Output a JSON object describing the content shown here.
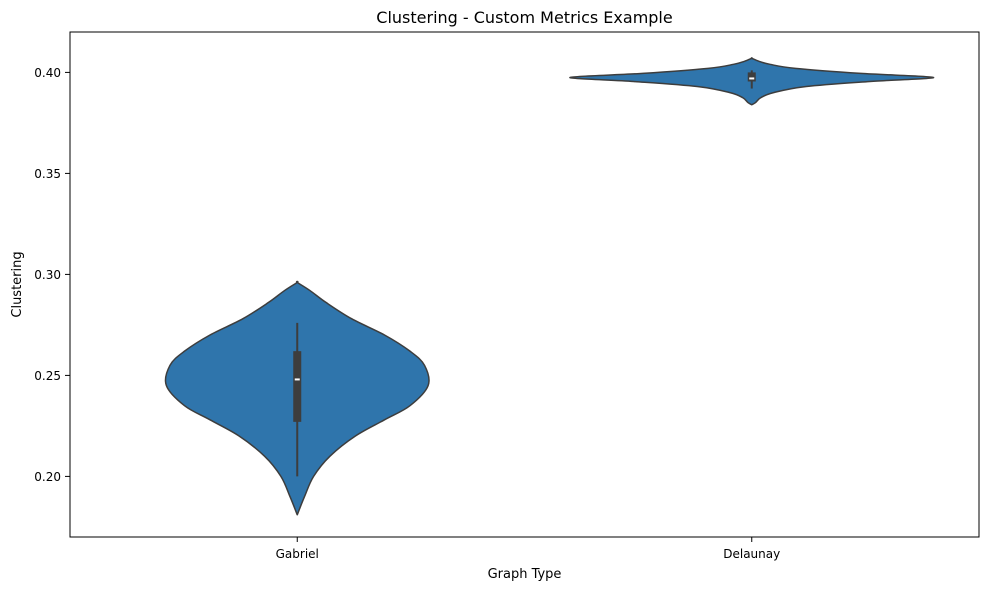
{
  "chart_data": {
    "type": "violin",
    "title": "Clustering - Custom Metrics Example",
    "xlabel": "Graph Type",
    "ylabel": "Clustering",
    "categories": [
      "Gabriel",
      "Delaunay"
    ],
    "ylim": [
      0.17,
      0.42
    ],
    "yticks": [
      0.2,
      0.25,
      0.3,
      0.35,
      0.4
    ],
    "ytick_labels": [
      "0.20",
      "0.25",
      "0.30",
      "0.35",
      "0.40"
    ],
    "grid": false,
    "color": "#2f75ac",
    "edge_color": "#3d3d3d",
    "violins": [
      {
        "category": "Gabriel",
        "min": 0.181,
        "q1": 0.227,
        "median": 0.248,
        "q3": 0.262,
        "max": 0.296,
        "whisker_low": 0.2,
        "whisker_high": 0.276,
        "density": [
          [
            0.181,
            0.0
          ],
          [
            0.19,
            0.04
          ],
          [
            0.2,
            0.09
          ],
          [
            0.21,
            0.18
          ],
          [
            0.22,
            0.32
          ],
          [
            0.228,
            0.48
          ],
          [
            0.235,
            0.62
          ],
          [
            0.245,
            0.72
          ],
          [
            0.255,
            0.7
          ],
          [
            0.262,
            0.62
          ],
          [
            0.27,
            0.48
          ],
          [
            0.278,
            0.3
          ],
          [
            0.286,
            0.16
          ],
          [
            0.292,
            0.07
          ],
          [
            0.296,
            0.0
          ]
        ]
      },
      {
        "category": "Delaunay",
        "min": 0.384,
        "q1": 0.3955,
        "median": 0.397,
        "q3": 0.4,
        "max": 0.407,
        "whisker_low": 0.392,
        "whisker_high": 0.401,
        "density": [
          [
            0.384,
            0.0
          ],
          [
            0.385,
            0.02
          ],
          [
            0.3875,
            0.05
          ],
          [
            0.39,
            0.12
          ],
          [
            0.393,
            0.3
          ],
          [
            0.3955,
            0.65
          ],
          [
            0.3975,
            1.0
          ],
          [
            0.3995,
            0.6
          ],
          [
            0.402,
            0.24
          ],
          [
            0.404,
            0.1
          ],
          [
            0.4055,
            0.04
          ],
          [
            0.407,
            0.0
          ]
        ]
      }
    ]
  }
}
